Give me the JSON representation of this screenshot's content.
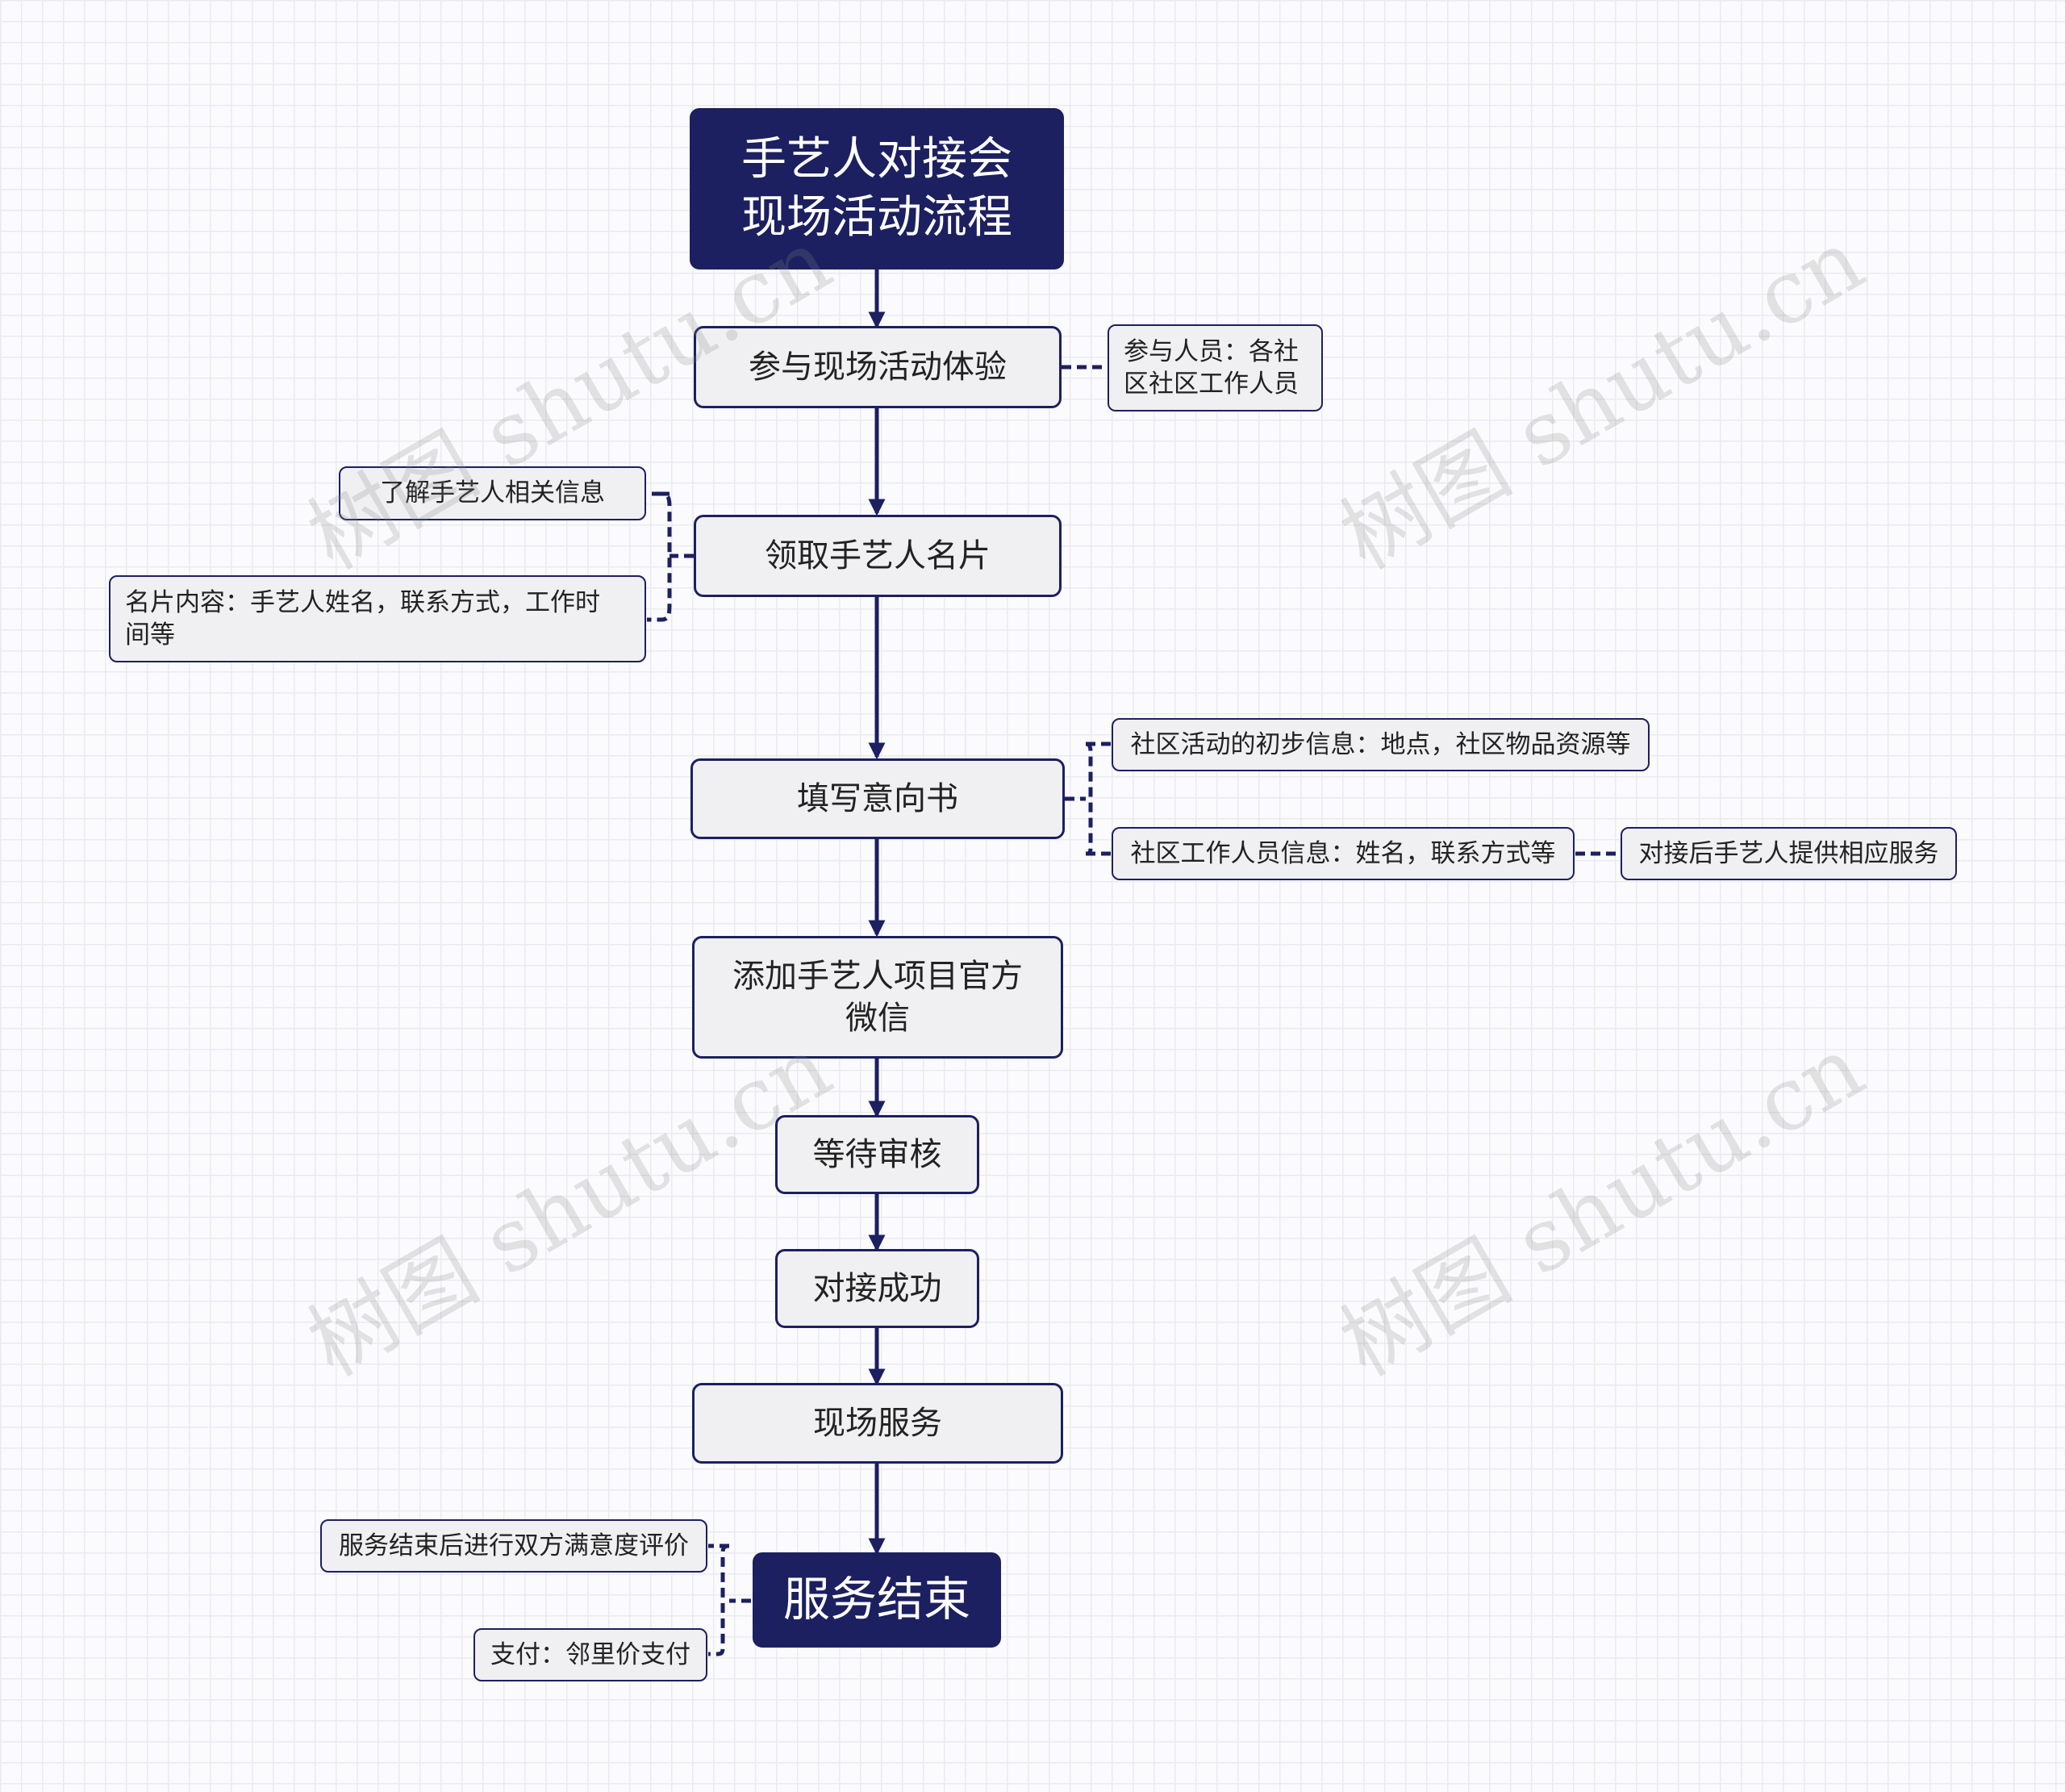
{
  "watermark": "树图 shutu.cn",
  "colors": {
    "navy": "#1c2060",
    "node_fill": "#f0f0f2",
    "text": "#222222"
  },
  "flow": {
    "root": "手艺人对接会\n现场活动流程",
    "step_participate": "参与现场活动体验",
    "step_card": "领取手艺人名片",
    "step_intent": "填写意向书",
    "step_wechat": "添加手艺人项目官方\n微信",
    "step_review": "等待审核",
    "step_success": "对接成功",
    "step_service": "现场服务",
    "end": "服务结束"
  },
  "notes": {
    "participants": "参与人员：各社\n区社区工作人员",
    "learn_info": "了解手艺人相关信息",
    "card_content": "名片内容：手艺人姓名，联系方式，工作时\n间等",
    "community_info": "社区活动的初步信息：地点，社区物品资源等",
    "staff_info": "社区工作人员信息：姓名，联系方式等",
    "provide_service": "对接后手艺人提供相应服务",
    "evaluation": "服务结束后进行双方满意度评价",
    "payment": "支付：邻里价支付"
  }
}
